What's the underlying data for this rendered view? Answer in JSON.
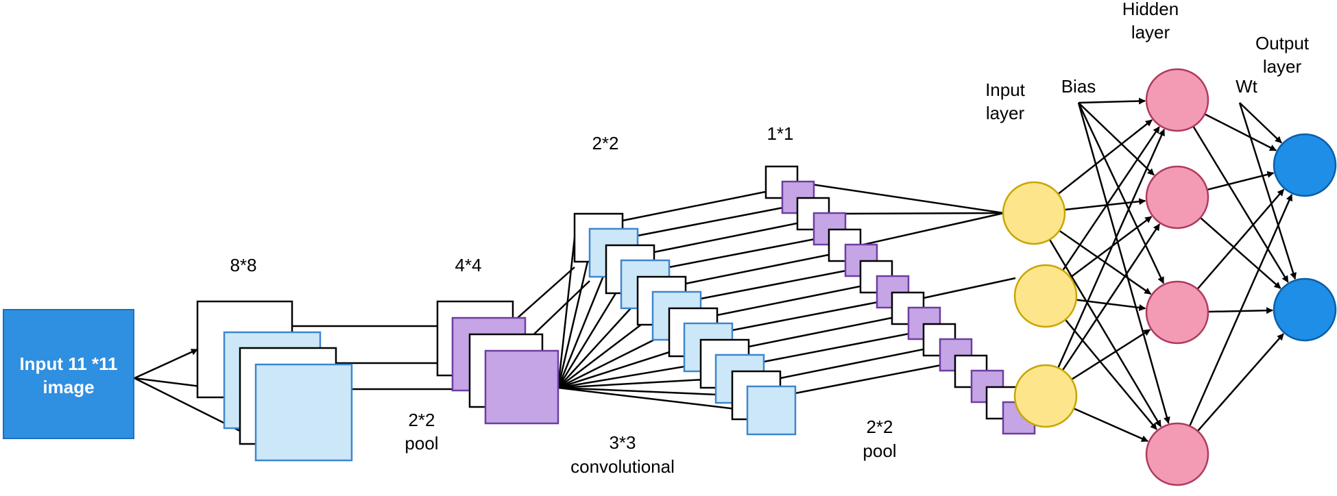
{
  "input_box": {
    "line1": "Input 11 *11",
    "line2": "image",
    "color": "#2f8fe0"
  },
  "labels": {
    "conv1": "8*8",
    "pool1_a": "2*2",
    "pool1_b": "pool",
    "conv2": "4*4",
    "conv3_size": "2*2",
    "conv3_a": "3*3",
    "conv3_b": "convolutional",
    "pool2_size": "1*1",
    "pool2_a": "2*2",
    "pool2_b": "pool",
    "input_layer_a": "Input",
    "input_layer_b": "layer",
    "bias": "Bias",
    "hidden_layer_a": "Hidden",
    "hidden_layer_b": "layer",
    "wt": "Wt",
    "output_layer_a": "Output",
    "output_layer_b": "layer"
  },
  "colors": {
    "feature_map_blue": "#cce8f8",
    "feature_map_purple": "#c5a5e6",
    "input_neuron": "#fde58c",
    "hidden_neuron": "#f39bb4",
    "output_neuron": "#1e8ee6"
  }
}
